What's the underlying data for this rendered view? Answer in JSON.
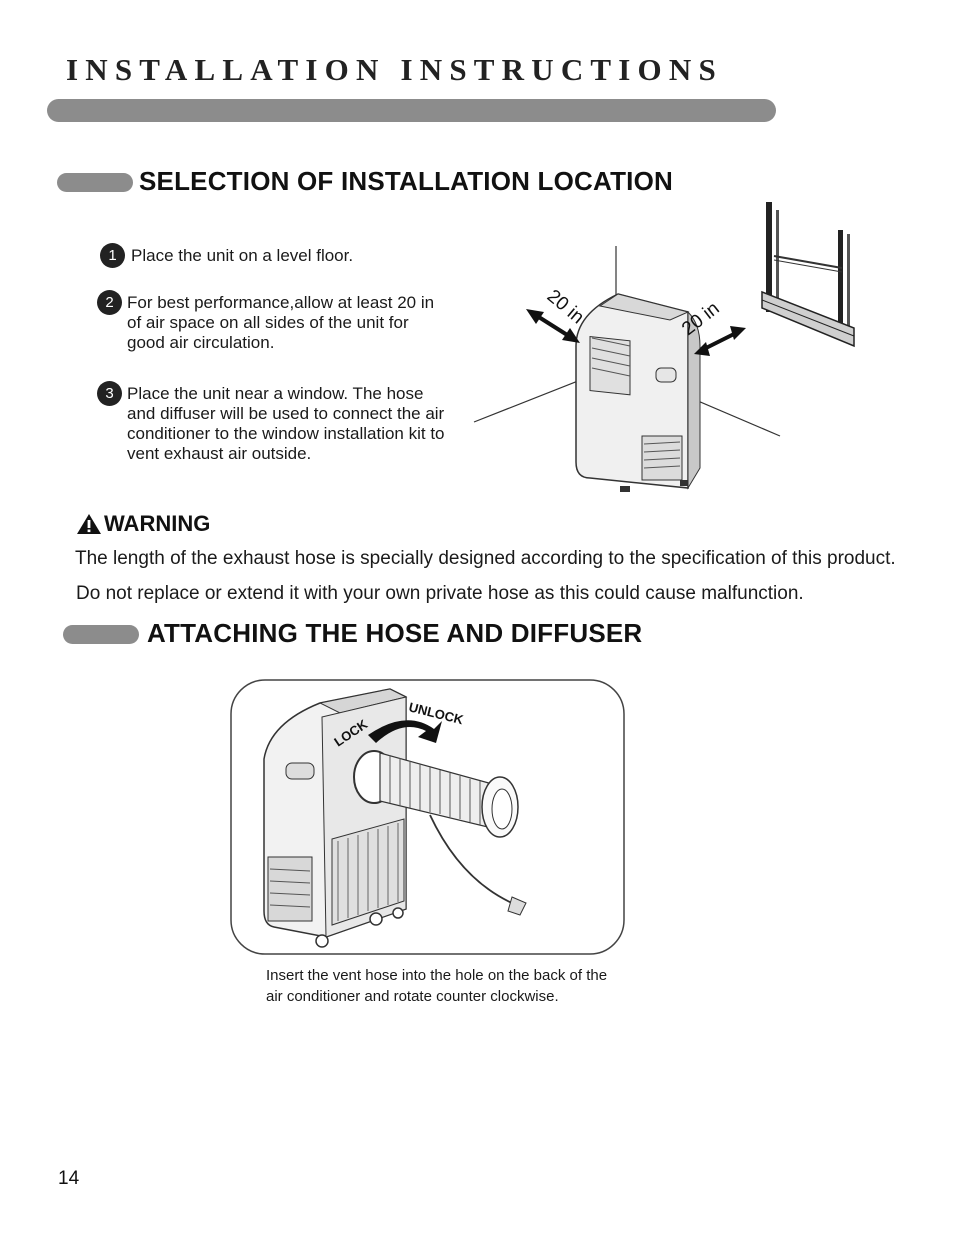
{
  "page": {
    "title": "INSTALLATION INSTRUCTIONS",
    "page_number": "14"
  },
  "location_section": {
    "heading": "SELECTION OF INSTALLATION LOCATION",
    "steps": [
      {
        "number": "1",
        "text": "Place the unit on a level floor."
      },
      {
        "number": "2",
        "text": "For best performance,allow at least 20 in of air space on all sides of the unit for good air circulation."
      },
      {
        "number": "3",
        "text": "Place the unit near a window. The hose and diffuser will be used to connect the air conditioner to the window installation kit to vent exhaust air outside."
      }
    ],
    "illustration": {
      "left_clearance": "20 in",
      "right_clearance": "20 in"
    }
  },
  "warning": {
    "label": "WARNING",
    "icon": "warning-triangle-icon",
    "line1": "The length of the exhaust hose is specially designed according to the specification of this product.",
    "line2": "Do not replace or extend it with your own private hose as this could cause malfunction."
  },
  "hose_section": {
    "heading": "ATTACHING THE HOSE AND DIFFUSER",
    "illustration": {
      "lock_label": "LOCK",
      "unlock_label": "UNLOCK"
    },
    "caption": "Insert the vent hose into the hole on the back of the air conditioner and rotate counter clockwise."
  }
}
